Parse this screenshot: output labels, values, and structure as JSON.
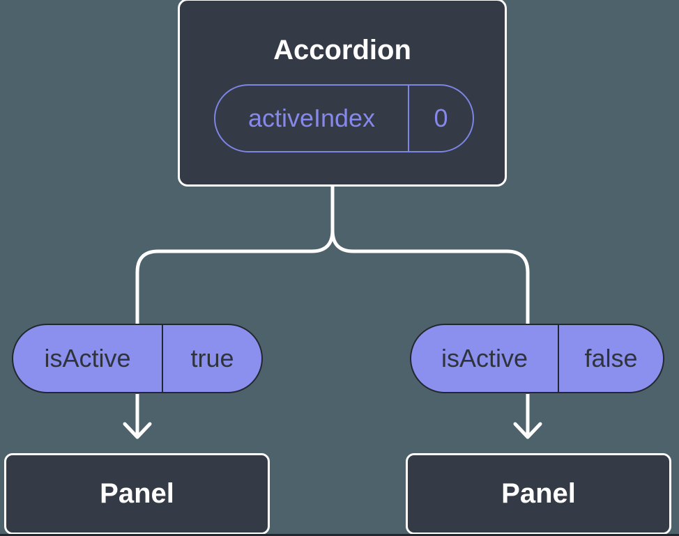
{
  "colors": {
    "background": "#4d626b",
    "node_fill": "#343a46",
    "node_border": "#ffffff",
    "prop_pill_outline": "#7d85e5",
    "prop_pill_text": "#8689ea",
    "state_pill_fill": "#8b90ee",
    "state_pill_border": "#23272f",
    "state_pill_text": "#2e333d",
    "connector": "#ffffff",
    "bottom_strip": "#23272f"
  },
  "root_node": {
    "title": "Accordion",
    "prop": {
      "name": "activeIndex",
      "value": "0"
    }
  },
  "branches": [
    {
      "prop": {
        "name": "isActive",
        "value": "true"
      },
      "child": {
        "title": "Panel"
      }
    },
    {
      "prop": {
        "name": "isActive",
        "value": "false"
      },
      "child": {
        "title": "Panel"
      }
    }
  ]
}
